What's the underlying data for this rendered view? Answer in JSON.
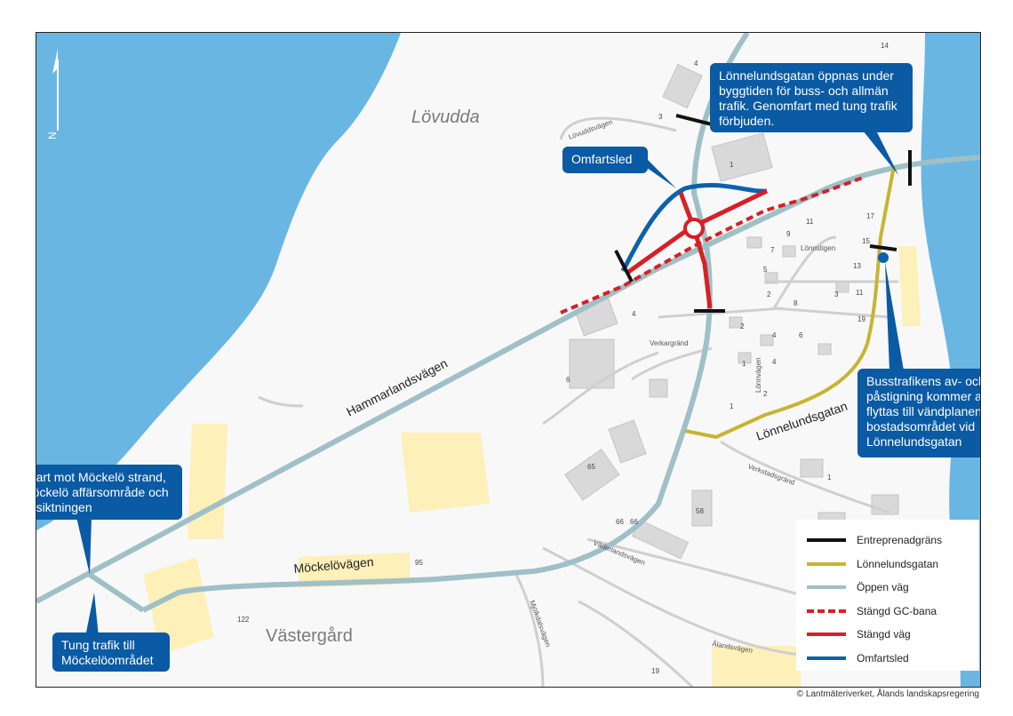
{
  "callouts": {
    "lonnelundsgatan_opens": "Lönnelundsgatan öppnas under byggtiden för buss- och allmän trafik. Genomfart med tung trafik förbjuden.",
    "omfartsled": "Omfartsled",
    "bus_stop": "Busstrafikens av- och påstigning kommer att flyttas till vändplanen intill bostadsområdet vid Lönnelundsgatan",
    "infart": "Infart mot Möckelö strand, Möckelö affärsområde och besiktningen",
    "tung_trafik": "Tung trafik till Möckelöområdet"
  },
  "places": {
    "lovudda": "Lövudda",
    "vastergard": "Västergård"
  },
  "roads": {
    "hammarlandsvagen": "Hammarlandsvägen",
    "mockelovagen": "Möckelövägen",
    "lonnelundsgatan": "Lönnelundsgatan",
    "lovuddsvagen": "Lövuddsvägen",
    "lonnstigen": "Lönnstigen",
    "verkstadsgrand": "Verkstadsgränd",
    "vaderlandsvagen": "Väderlandsvägen",
    "alandsvagen": "Ålandsvägen",
    "mjolkdalsvagen": "Mjölkdalsvägen",
    "verkargrand": "Verkargränd",
    "lonnvagen": "Lönnvägen"
  },
  "legend": [
    {
      "label": "Entreprenadgräns",
      "color": "#111111",
      "style": "solid"
    },
    {
      "label": "Lönnelundsgatan",
      "color": "#c8b433",
      "style": "solid"
    },
    {
      "label": "Öppen väg",
      "color": "#9fc0c6",
      "style": "solid"
    },
    {
      "label": "Stängd GC-bana",
      "color": "#d81f26",
      "style": "dashed"
    },
    {
      "label": "Stängd väg",
      "color": "#d81f26",
      "style": "solid"
    },
    {
      "label": "Omfartsled",
      "color": "#0a62ad",
      "style": "solid"
    }
  ],
  "house_numbers": [
    "4",
    "3",
    "14",
    "1",
    "11",
    "17",
    "15",
    "13",
    "9",
    "7",
    "5",
    "8",
    "3",
    "11",
    "19",
    "6",
    "2",
    "4",
    "1",
    "4",
    "6",
    "2",
    "1",
    "65",
    "58",
    "66",
    "66",
    "95",
    "122",
    "19",
    "1",
    "2",
    "4"
  ],
  "credit": "© Lantmäteriverket, Ålands landskapsregering",
  "colors": {
    "water": "#6ab6e3",
    "field": "#fdf0b8",
    "callout": "#0a5aa4",
    "open_road": "#9fc0c6",
    "closed": "#d81f26",
    "lonnelund": "#c8b433",
    "bypass": "#0a62ad"
  }
}
